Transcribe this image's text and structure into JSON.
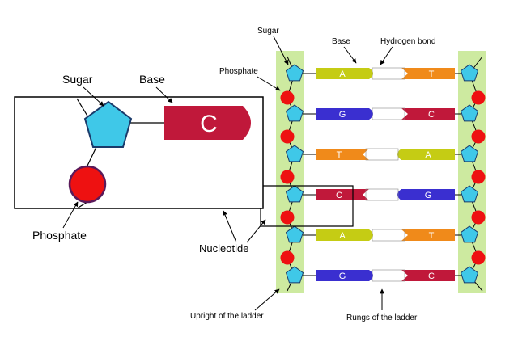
{
  "labels": {
    "zoom_sugar": "Sugar",
    "zoom_base": "Base",
    "zoom_base_letter": "C",
    "zoom_phosphate": "Phosphate",
    "nucleotide": "Nucleotide",
    "sugar": "Sugar",
    "phosphate": "Phosphate",
    "base": "Base",
    "hydrogen_bond": "Hydrogen bond",
    "upright": "Upright of the ladder",
    "rungs": "Rungs of the ladder"
  },
  "pairs": [
    {
      "left": "A",
      "right": "T"
    },
    {
      "left": "G",
      "right": "C"
    },
    {
      "left": "T",
      "right": "A"
    },
    {
      "left": "C",
      "right": "G"
    },
    {
      "left": "A",
      "right": "T"
    },
    {
      "left": "G",
      "right": "C"
    }
  ],
  "colors": {
    "backbone": "#cdeaa0",
    "sugar": "#3fc8e8",
    "phosphate": "#ee1111",
    "A": "#c5cc14",
    "T": "#f08a1a",
    "G": "#3a2fd0",
    "C": "#c0183a"
  }
}
